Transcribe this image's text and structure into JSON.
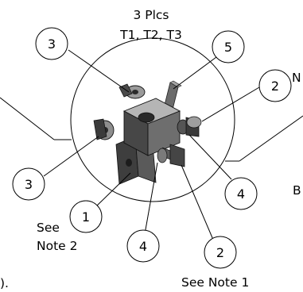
{
  "header": {
    "line1": "3 Plcs",
    "line2": "T1, T2, T3"
  },
  "notes": {
    "see_note_2_line1": "See",
    "see_note_2_line2": "Note 2",
    "see_note_1": "See Note 1",
    "edge_right_top": "N",
    "edge_right_mid": "B",
    "edge_left_bottom": ")."
  },
  "balloons": [
    {
      "id": "b3-top",
      "number": "3"
    },
    {
      "id": "b5",
      "number": "5"
    },
    {
      "id": "b2-right",
      "number": "2"
    },
    {
      "id": "b3-left",
      "number": "3"
    },
    {
      "id": "b1",
      "number": "1"
    },
    {
      "id": "b4-right",
      "number": "4"
    },
    {
      "id": "b4-bottom",
      "number": "4"
    },
    {
      "id": "b2-bottom",
      "number": "2"
    }
  ],
  "colors": {
    "line": "#000000",
    "part_dark": "#3a3a3a",
    "part_mid": "#7a7a7a",
    "part_light": "#bdbdbd"
  }
}
